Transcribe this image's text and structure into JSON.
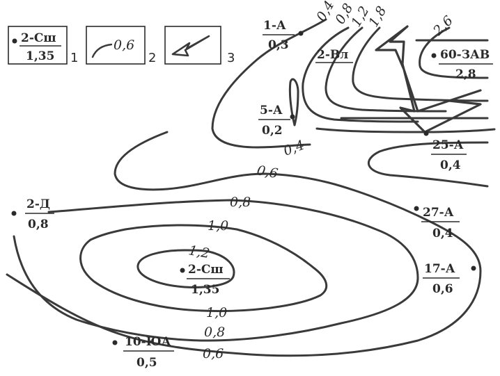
{
  "legend": {
    "item1": {
      "name": "2-Сш",
      "value": "1,35",
      "num": "1"
    },
    "item2": {
      "label": "0,6",
      "num": "2"
    },
    "item3": {
      "num": "3"
    }
  },
  "wells": [
    {
      "id": "w-1a",
      "name": "1-А",
      "value": "0,3"
    },
    {
      "id": "w-2vl",
      "name": "2-Вл",
      "value": ""
    },
    {
      "id": "w-60zav",
      "name": "60-ЗАВ",
      "value": "2,8"
    },
    {
      "id": "w-5a",
      "name": "5-А",
      "value": "0,2"
    },
    {
      "id": "w-25a",
      "name": "25-А",
      "value": "0,4"
    },
    {
      "id": "w-2d",
      "name": "2-Д",
      "value": "0,8"
    },
    {
      "id": "w-27a",
      "name": "27-А",
      "value": "0,4"
    },
    {
      "id": "w-2ssh",
      "name": "2-Сш",
      "value": "1,35"
    },
    {
      "id": "w-17a",
      "name": "17-А",
      "value": "0,6"
    },
    {
      "id": "w-10yua",
      "name": "10-ЮА",
      "value": "0,5"
    }
  ],
  "isolines": {
    "top_04": "0,4",
    "top_08": "0,8",
    "top_12": "1,2",
    "top_18": "1,8",
    "top_26": "2,6",
    "mid_04": "0,4",
    "mid_06": "0,6",
    "mid_08": "0,8",
    "in_10": "1,0",
    "in_12": "1,2",
    "low_10": "1,0",
    "low_08": "0,8",
    "low_06": "0,6"
  }
}
